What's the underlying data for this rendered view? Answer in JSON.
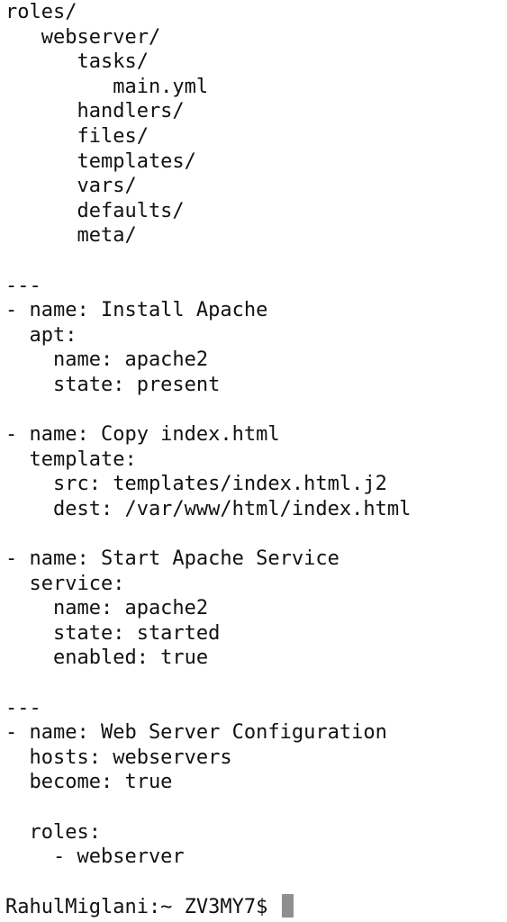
{
  "terminal": {
    "lines": [
      "roles/",
      "   webserver/",
      "      tasks/",
      "         main.yml",
      "      handlers/",
      "      files/",
      "      templates/",
      "      vars/",
      "      defaults/",
      "      meta/",
      "",
      "---",
      "- name: Install Apache",
      "  apt:",
      "    name: apache2",
      "    state: present",
      "",
      "- name: Copy index.html",
      "  template:",
      "    src: templates/index.html.j2",
      "    dest: /var/www/html/index.html",
      "",
      "- name: Start Apache Service",
      "  service:",
      "    name: apache2",
      "    state: started",
      "    enabled: true",
      "",
      "---",
      "- name: Web Server Configuration",
      "  hosts: webservers",
      "  become: true",
      "",
      "  roles:",
      "    - webserver"
    ],
    "prompt": "RahulMiglani:~ ZV3MY7$ "
  }
}
